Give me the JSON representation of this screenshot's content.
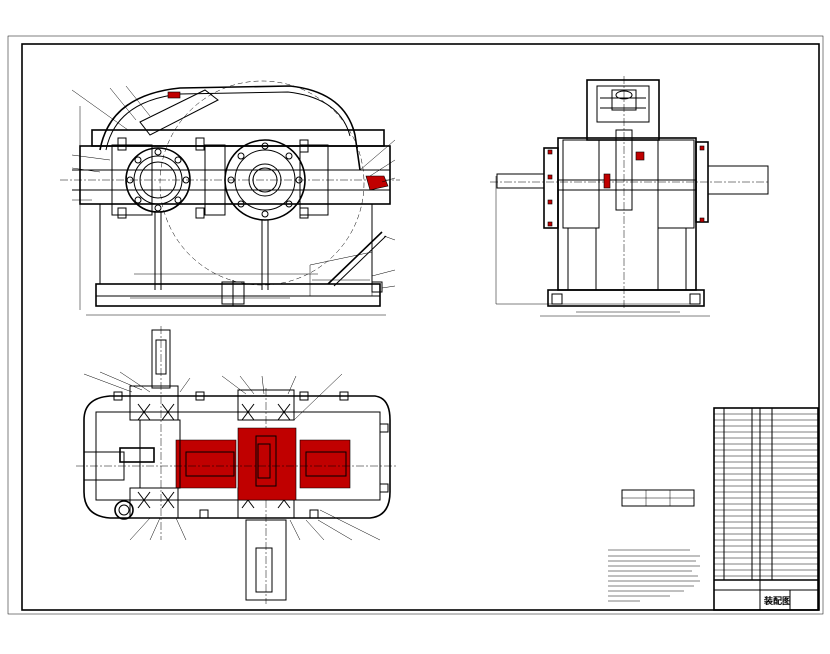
{
  "colors": {
    "line": "#000000",
    "section_fill": "#c00000",
    "paper": "#ffffff"
  },
  "views": {
    "front": {
      "name": "front-view"
    },
    "side": {
      "name": "side-view"
    },
    "top": {
      "name": "top-section-view"
    }
  },
  "title_block": {
    "drawing_no": "装配图"
  }
}
